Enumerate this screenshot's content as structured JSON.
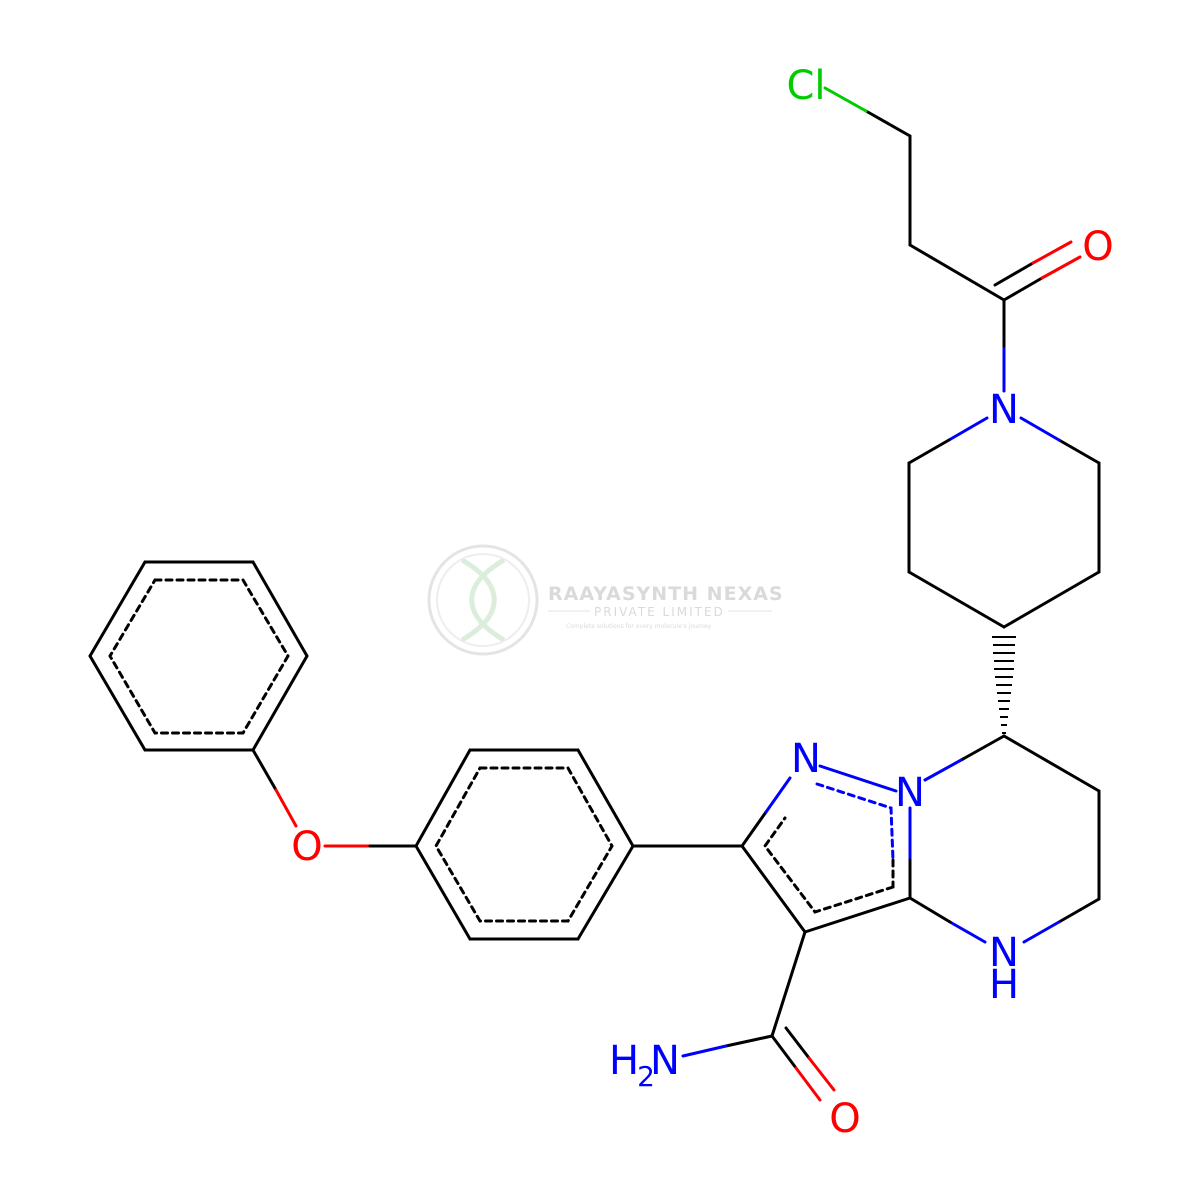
{
  "colors": {
    "bond": "#000000",
    "nitrogen": "#0000ff",
    "oxygen": "#ff0000",
    "chlorine": "#00cc00",
    "watermark": "#d0d0d0",
    "watermark_green": "#cfe8cf"
  },
  "atoms": {
    "cl": "Cl",
    "o_ketone": "O",
    "n_piperidine": "N",
    "n_pyrazole_2": "N",
    "n_pyrazole_1": "N",
    "o_ether": "O",
    "nh_ring": "N",
    "nh_h": "H",
    "amide_h": "H",
    "amide_h_sub": "2",
    "amide_n": "N",
    "o_amide": "O"
  },
  "watermark": {
    "title": "RAAYASYNTH NEXAS",
    "subtitle": "PRIVATE LIMITED",
    "tagline": "Complete solutions for every molecule's journey"
  }
}
